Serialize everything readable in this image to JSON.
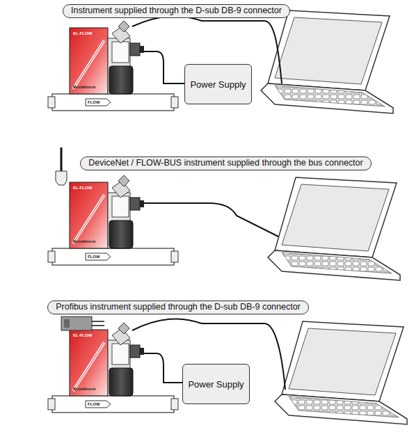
{
  "diagram": {
    "nodes": [
      {
        "text": [
          "Instrument supplied through the D-sub DB-9 connector"
        ]
      },
      {
        "text": [
          "Power Supply"
        ]
      },
      {
        "text": [
          "DeviceNet / FLOW-BUS instrument supplied through the bus connector"
        ]
      },
      {
        "text": [
          "Profibus instrument supplied through the D-sub DB-9 connector"
        ]
      },
      {
        "text": [
          "Power Supply"
        ]
      }
    ],
    "labels": [
      "EL-FLOW",
      "Bronkhorst",
      "FLOW",
      "EL-FLOW",
      "Bronkhorst",
      "FLOW",
      "EL-FLOW",
      "Bronkhorst",
      "FLOW"
    ]
  }
}
